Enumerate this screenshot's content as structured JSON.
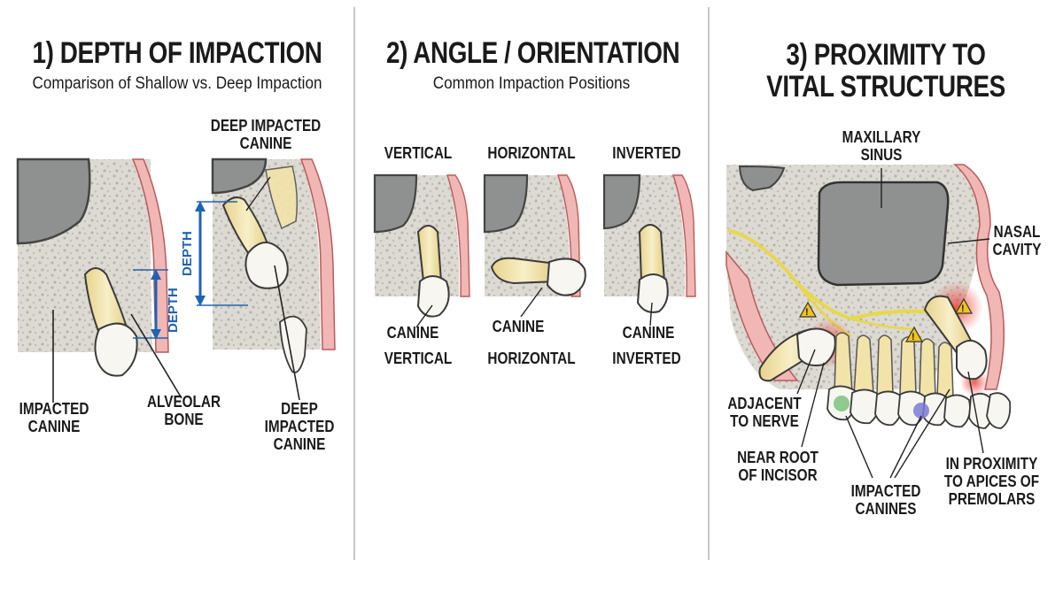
{
  "panel1": {
    "title": "1) DEPTH OF IMPACTION",
    "subtitle": "Comparison of Shallow vs. Deep Impaction",
    "deep_label_top": [
      "DEEP IMPACTED",
      "CANINE"
    ],
    "depth_label": "DEPTH",
    "impacted_canine": [
      "IMPACTED",
      "CANINE"
    ],
    "alveolar_bone": [
      "ALVEOLAR",
      "BONE"
    ],
    "deep_impacted_canine": [
      "DEEP",
      "IMPACTED",
      "CANINE"
    ]
  },
  "panel2": {
    "title": "2) ANGLE / ORIENTATION",
    "subtitle": "Common Impaction Positions",
    "positions": [
      {
        "heading": "VERTICAL",
        "tooth": "CANINE",
        "caption": "VERTICAL"
      },
      {
        "heading": "HORIZONTAL",
        "tooth": "CANINE",
        "caption": "HORIZONTAL"
      },
      {
        "heading": "INVERTED",
        "tooth": "CANINE",
        "caption": "INVERTED"
      }
    ]
  },
  "panel3": {
    "title": [
      "3) PROXIMITY TO",
      "VITAL STRUCTURES"
    ],
    "maxillary_sinus": [
      "MAXILLARY",
      "SINUS"
    ],
    "nasal_cavity": [
      "NASAL",
      "CAVITY"
    ],
    "adjacent_nerve": [
      "ADJACENT",
      "TO NERVE"
    ],
    "near_root": [
      "NEAR ROOT",
      "OF INCISOR"
    ],
    "impacted_canines": [
      "IMPACTED",
      "CANINES"
    ],
    "premolars": [
      "IN PROXIMITY",
      "TO APICES OF",
      "PREMOLARS"
    ]
  },
  "colors": {
    "bone": "#dcdad2",
    "gum": "#f0b7b5",
    "sinus": "#8f9190",
    "tooth_root": "#f2e3a8",
    "crown": "#f7f6f0",
    "depth_blue": "#1f63b5",
    "nerve": "#e8d84a",
    "warning": "#f2c418"
  }
}
